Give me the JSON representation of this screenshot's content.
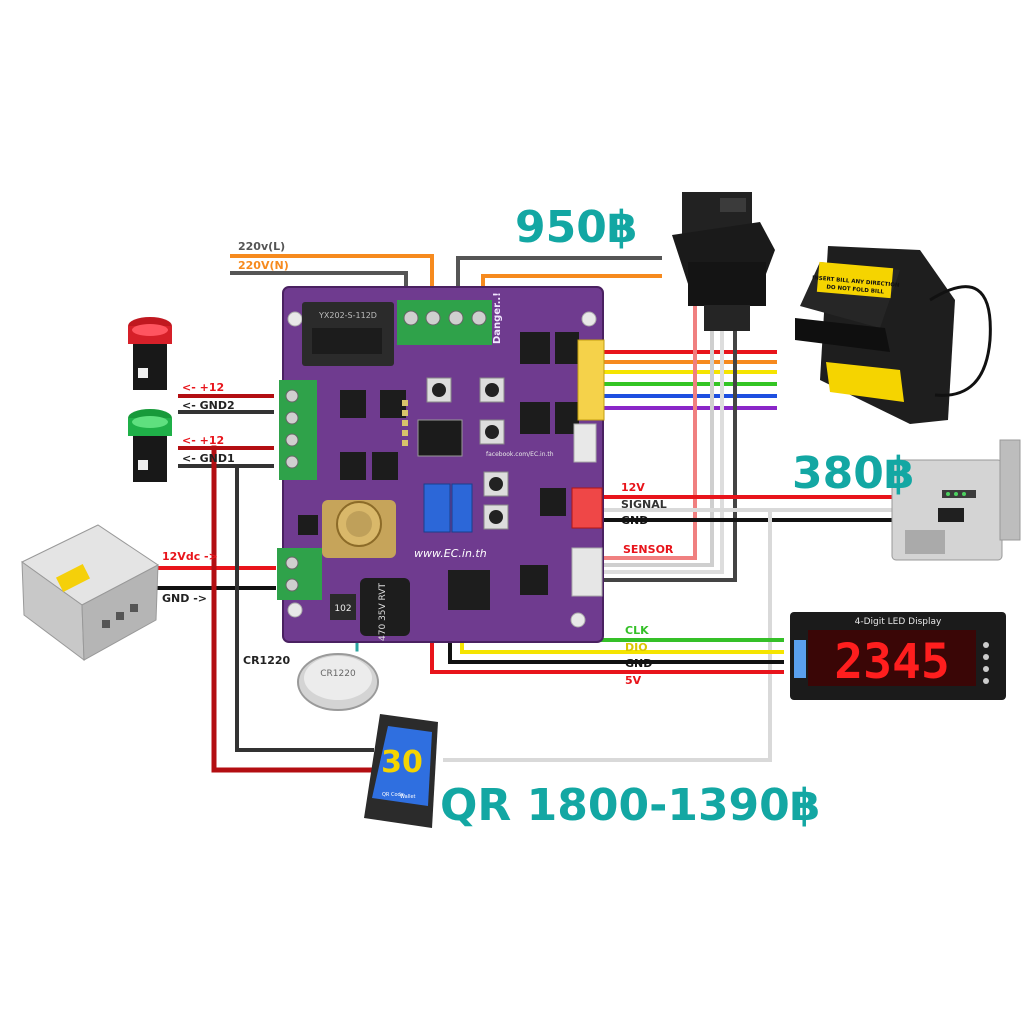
{
  "prices": {
    "coin_hopper": "950฿",
    "coin_acceptor": "380฿",
    "qr_display": "QR 1800-1390฿"
  },
  "wire_labels": {
    "ac_l": "220v(L)",
    "ac_n": "220V(N)",
    "lamp_red_pos": "<- +12",
    "lamp_red_gnd": "<- GND2",
    "lamp_green_pos": "<- +12",
    "lamp_green_gnd": "<- GND1",
    "psu_12v": "12Vdc ->",
    "psu_gnd": "GND ->",
    "acc_12v": "12V",
    "acc_signal": "SIGNAL",
    "acc_gnd": "GND",
    "sensor": "SENSOR",
    "disp_clk": "CLK",
    "disp_dio": "DIO",
    "disp_gnd": "GND",
    "disp_5v": "5V",
    "battery": "CR1220"
  },
  "board": {
    "relay_text": "YX202-S-112D",
    "website": "www.EC.in.th",
    "danger": "Danger..!",
    "cap_text": "470 35V RVT",
    "pot_text": "102",
    "chip_text": "facebook.com/EC.in.th"
  },
  "battery_text": "CR1220",
  "led_display": {
    "title": "4-Digit LED Display",
    "digits": "2345"
  },
  "qr_screen": {
    "number": "30",
    "left_caption": "QR Code",
    "right_caption": "Wallet"
  },
  "bill_acceptor": {
    "line1": "INSERT BILL ANY DIRECTION",
    "line2": "DO NOT FOLD BILL"
  },
  "colors": {
    "teal_price": "#13a7a3",
    "board_purple": "#6f3b8f",
    "wire_red": "#e8141b",
    "wire_black": "#111111",
    "wire_orange": "#f68a1e",
    "wire_dark_red": "#b30e12"
  }
}
